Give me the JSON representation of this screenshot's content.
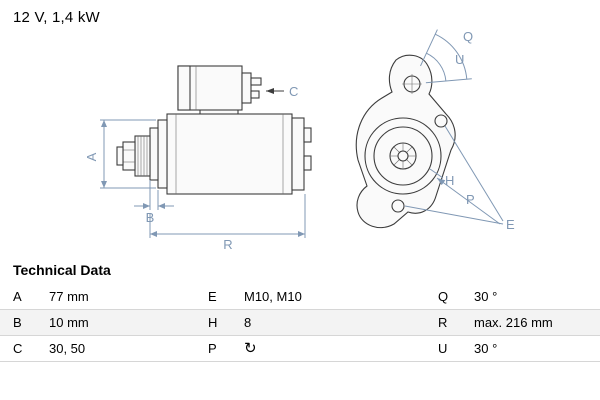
{
  "header": {
    "spec": "12 V, 1,4 kW"
  },
  "diagram": {
    "labels": {
      "A": "A",
      "B": "B",
      "C": "C",
      "R": "R",
      "Q": "Q",
      "U": "U",
      "H": "H",
      "P": "P",
      "E": "E"
    }
  },
  "colors": {
    "dimension": "#8098b4",
    "outline": "#3c3c3c"
  },
  "table": {
    "title": "Technical Data",
    "rows": [
      {
        "cells": [
          {
            "k": "A",
            "v": "77 mm"
          },
          {
            "k": "E",
            "v": "M10, M10"
          },
          {
            "k": "Q",
            "v": "30 °"
          }
        ]
      },
      {
        "cells": [
          {
            "k": "B",
            "v": "10 mm"
          },
          {
            "k": "H",
            "v": "8"
          },
          {
            "k": "R",
            "v": "max. 216 mm"
          }
        ]
      },
      {
        "cells": [
          {
            "k": "C",
            "v": "30, 50"
          },
          {
            "k": "P",
            "v": "",
            "icon": "rotation-clockwise-icon",
            "glyph": "↻"
          },
          {
            "k": "U",
            "v": "30 °"
          }
        ]
      }
    ]
  }
}
